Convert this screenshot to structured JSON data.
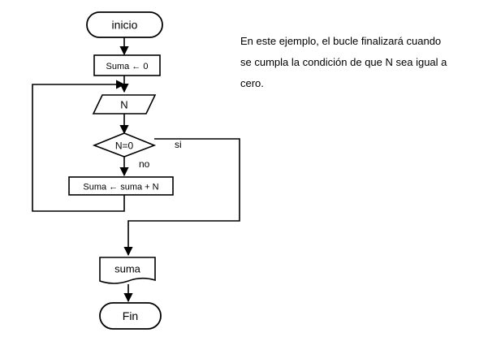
{
  "flowchart": {
    "start_label": "inicio",
    "init_label": "Suma ← 0",
    "input_label": "N",
    "condition_label": "N=0",
    "yes_label": "si",
    "no_label": "no",
    "process_label": "Suma ← suma + N",
    "output_label": "suma",
    "end_label": "Fin"
  },
  "explanation": {
    "lines": [
      "En este ejemplo, el bucle finalizará cuando",
      "se cumpla la condición de que N sea igual a",
      "cero."
    ]
  }
}
